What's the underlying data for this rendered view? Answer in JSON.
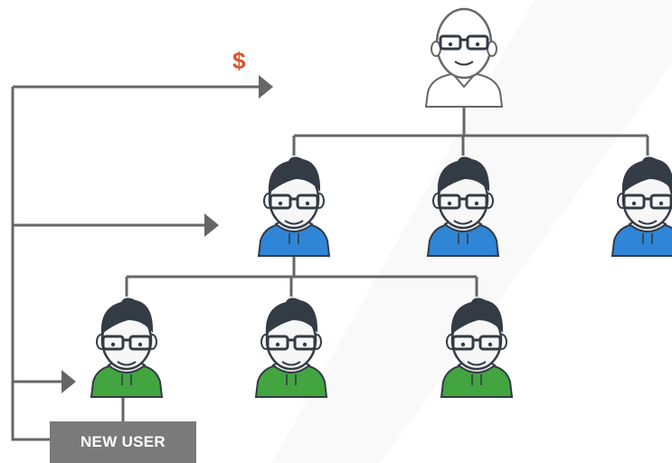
{
  "reward": {
    "symbol": "$",
    "color": "#d9542b"
  },
  "new_user": {
    "label": "NEW USER"
  },
  "colors": {
    "line": "#666666",
    "tier1_shirt": "#2f86d6",
    "tier2_shirt": "#43a540",
    "hair": "#333b45",
    "skin": "#f7f7f7",
    "watermark": "#f2f2f2",
    "label_bg": "#7a7a7a"
  },
  "avatars": [
    {
      "id": "sponsor",
      "tier": 0,
      "style": "bald-glasses",
      "icon": "bald-person-icon"
    },
    {
      "id": "level1-a",
      "tier": 1,
      "style": "glasses-hoodie",
      "icon": "person-blue-icon"
    },
    {
      "id": "level1-b",
      "tier": 1,
      "style": "glasses-hoodie",
      "icon": "person-blue-icon"
    },
    {
      "id": "level1-c",
      "tier": 1,
      "style": "glasses-hoodie",
      "icon": "person-blue-icon"
    },
    {
      "id": "level2-a",
      "tier": 2,
      "style": "glasses-hoodie",
      "icon": "person-green-icon"
    },
    {
      "id": "level2-b",
      "tier": 2,
      "style": "glasses-hoodie",
      "icon": "person-green-icon"
    },
    {
      "id": "level2-c",
      "tier": 2,
      "style": "glasses-hoodie",
      "icon": "person-green-icon"
    }
  ]
}
